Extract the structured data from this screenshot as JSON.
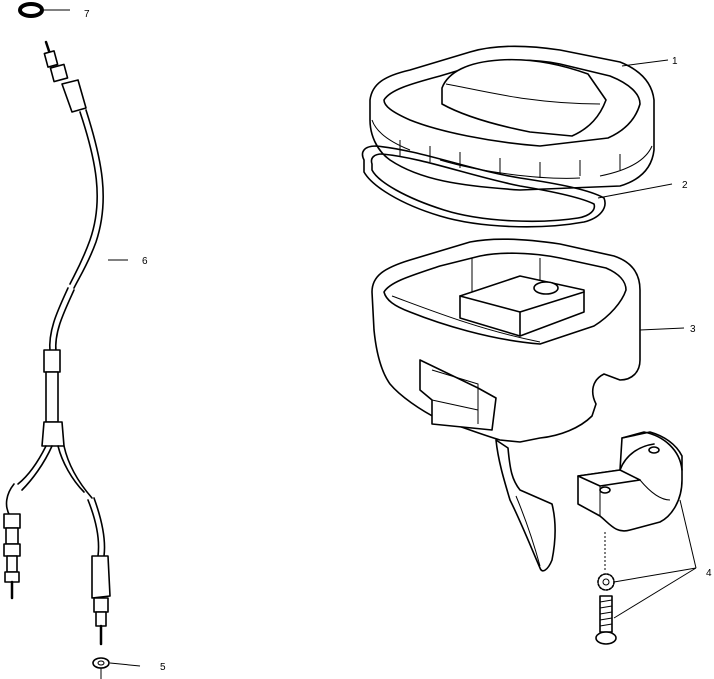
{
  "callouts": {
    "part1": "1",
    "part2": "2",
    "part3": "3",
    "part4": "4",
    "part5": "5",
    "part6": "6",
    "part7": "7"
  },
  "colors": {
    "line": "#000000",
    "background": "#ffffff"
  }
}
